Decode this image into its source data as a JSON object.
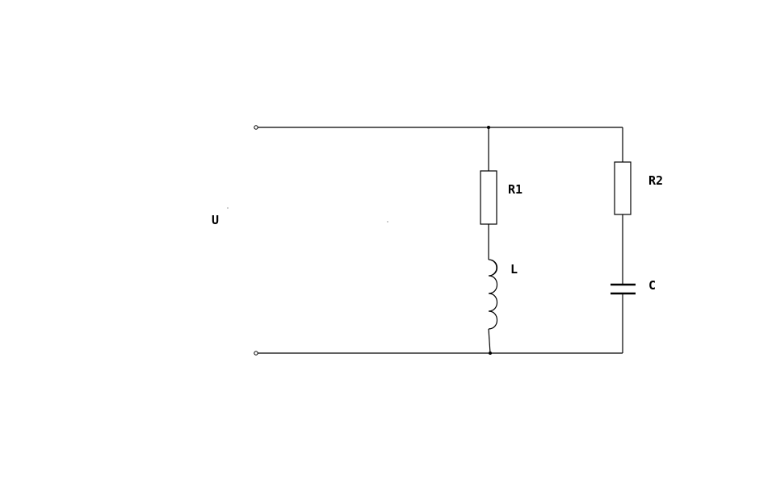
{
  "labels": {
    "source": "U",
    "r1": "R1",
    "inductor": "L",
    "r2": "R2",
    "capacitor": "C"
  },
  "colors": {
    "ink": "#000000",
    "background": "#ffffff"
  }
}
